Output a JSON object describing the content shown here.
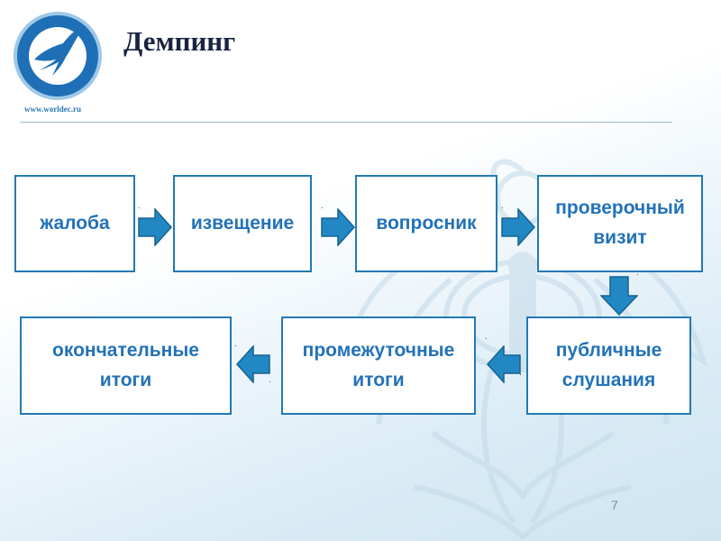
{
  "header": {
    "title": "Демпинг",
    "website": "www.worldec.ru"
  },
  "flow": {
    "steps": [
      "жалоба",
      "извещение",
      "вопросник",
      "проверочный визит",
      "публичные слушания",
      "промежуточные итоги",
      "окончательные итоги"
    ]
  },
  "footer": {
    "page_number": "7"
  },
  "colors": {
    "box_border": "#2279b5",
    "box_text": "#2372b8",
    "arrow_fill": "#2288c4",
    "title": "#1a2540"
  },
  "icons": {
    "logo": "university-bird-emblem-icon",
    "background": "coat-of-arms-watermark",
    "arrows": [
      "arrow-right-icon",
      "arrow-down-icon",
      "arrow-left-icon"
    ]
  }
}
